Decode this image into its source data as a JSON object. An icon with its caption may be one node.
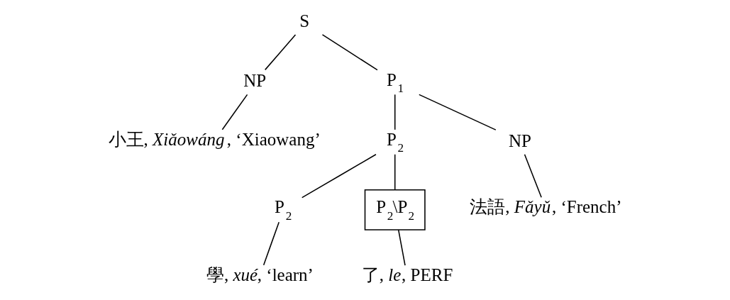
{
  "diagram": {
    "nodes": [
      {
        "text": [
          "S"
        ]
      },
      {
        "text": [
          "NP"
        ]
      },
      {
        "text": [
          "小王, *Xiǎowáng*, ‘Xiaowang’"
        ]
      },
      {
        "text": [
          "P$_{1}$"
        ]
      },
      {
        "text": [
          "P$_{2}$"
        ]
      },
      {
        "text": [
          "NP"
        ]
      },
      {
        "text": [
          "法語, *Fǎyǔ*, ‘French’"
        ]
      },
      {
        "text": [
          "P$_{2}$"
        ]
      },
      {
        "text": [
          "P$_{2}$\\P$_{2}$"
        ]
      },
      {
        "text": [
          "學, *xué*, ‘learn’"
        ]
      },
      {
        "text": [
          "了, *le*, PERF"
        ]
      }
    ],
    "edges": [
      {
        "from": 0,
        "to": 1,
        "arrow": "none"
      },
      {
        "from": 0,
        "to": 3,
        "arrow": "none"
      },
      {
        "from": 1,
        "to": 2,
        "arrow": "none"
      },
      {
        "from": 3,
        "to": 4,
        "arrow": "none"
      },
      {
        "from": 3,
        "to": 5,
        "arrow": "none"
      },
      {
        "from": 5,
        "to": 6,
        "arrow": "none"
      },
      {
        "from": 4,
        "to": 7,
        "arrow": "none"
      },
      {
        "from": 4,
        "to": 8,
        "arrow": "none"
      },
      {
        "from": 7,
        "to": 9,
        "arrow": "none"
      },
      {
        "from": 8,
        "to": 10,
        "arrow": "none"
      }
    ]
  }
}
